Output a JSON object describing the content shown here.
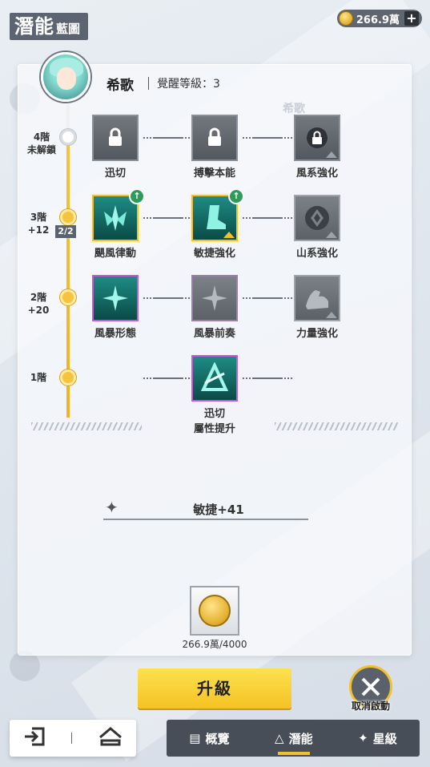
{
  "header": {
    "title": "潛能",
    "subtitle": "藍圖",
    "currency_value": "266.9萬",
    "plus_label": "+"
  },
  "character": {
    "name": "希歌",
    "awaken_label": "覺醒等級：3"
  },
  "tiers": [
    {
      "label": "4階",
      "sub": "未解鎖"
    },
    {
      "label": "3階",
      "sub": "+12"
    },
    {
      "label": "2階",
      "sub": "+20"
    },
    {
      "label": "1階",
      "sub": ""
    }
  ],
  "tier_progress": "2/2",
  "skills": {
    "row4": [
      "迅切",
      "搏擊本能",
      "風系強化"
    ],
    "row3": [
      "颶風律動",
      "敏捷強化",
      "山系強化"
    ],
    "row2": [
      "風暴形態",
      "風暴前奏",
      "力量強化"
    ],
    "row1": {
      "line1": "迅切",
      "line2": "屬性提升"
    }
  },
  "stat_bonus": "敏捷+41",
  "cost": "266.9萬/4000",
  "buttons": {
    "upgrade": "升級",
    "cancel": "取消啟動"
  },
  "bottom_tabs": [
    {
      "label": "概覽",
      "icon": "card-icon"
    },
    {
      "label": "潛能",
      "icon": "potential-icon"
    },
    {
      "label": "星級",
      "icon": "star-icon"
    }
  ],
  "colors": {
    "accent": "#f1c02f",
    "panel_dark": "#474e57"
  }
}
